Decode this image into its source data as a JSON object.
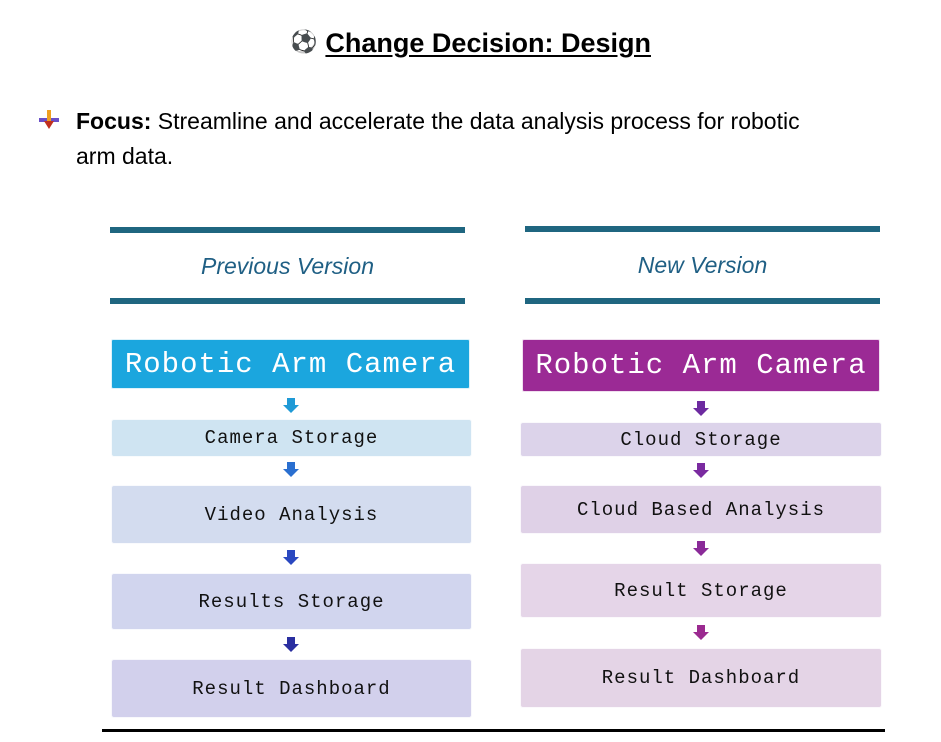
{
  "header": {
    "icon": "soccer-ball-icon",
    "icon_glyph": "⚽",
    "title": "Change Decision: Design"
  },
  "focus": {
    "icon": "plus-arrow-bullet-icon",
    "label": "Focus:",
    "text": " Streamline and accelerate the data analysis process for robotic arm data."
  },
  "previous": {
    "heading": "Previous Version",
    "accent": "#1ba6de",
    "arrow_color_start": "#1f9ad6",
    "arrow_color_end": "#2a2fa0",
    "steps": [
      "Robotic Arm Camera",
      "Camera Storage",
      "Video Analysis",
      "Results Storage",
      "Result Dashboard"
    ]
  },
  "new": {
    "heading": "New Version",
    "accent": "#9b2a95",
    "arrow_color": "#6d2aa0",
    "steps": [
      "Robotic Arm Camera",
      "Cloud Storage",
      "Cloud Based Analysis",
      "Result Storage",
      "Result Dashboard"
    ]
  }
}
